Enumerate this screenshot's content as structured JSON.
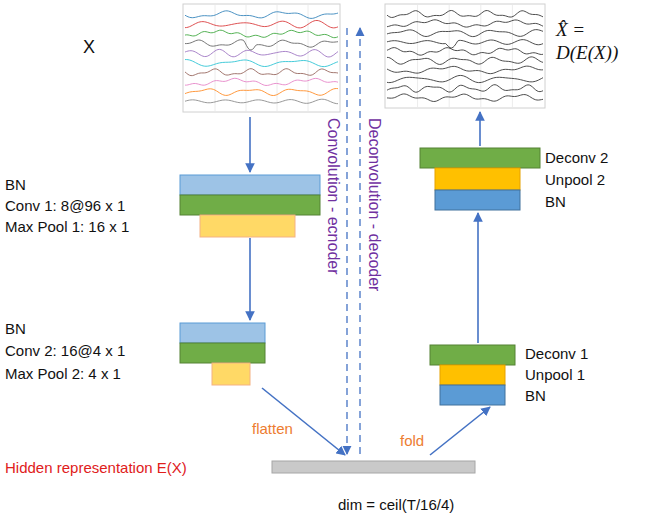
{
  "diagram": {
    "nodes": [
      {
        "text": [
          "X"
        ]
      },
      {
        "text": [
          "BN",
          "Conv 1: 8@96 x 1",
          "Max Pool 1: 16 x 1"
        ]
      },
      {
        "text": [
          "BN",
          "Conv 2: 16@4 x 1",
          "Max Pool 2: 4 x 1"
        ]
      },
      {
        "text": [
          "Hidden representation E(X)",
          "dim = ceil(T/16/4)"
        ]
      },
      {
        "text": [
          "Deconv 1",
          "Unpool 1",
          "BN"
        ]
      },
      {
        "text": [
          "Deconv 2",
          "Unpool 2",
          "BN"
        ]
      },
      {
        "text": [
          "X̂ = D(E(X))"
        ]
      }
    ],
    "edges": [
      {
        "from": 0,
        "to": 1,
        "arrow": "to"
      },
      {
        "from": 1,
        "to": 2,
        "arrow": "to"
      },
      {
        "from": 2,
        "to": 3,
        "label": "flatten",
        "arrow": "to"
      },
      {
        "from": 3,
        "to": 4,
        "label": "fold",
        "arrow": "to"
      },
      {
        "from": 4,
        "to": 5,
        "arrow": "to"
      },
      {
        "from": 5,
        "to": 6,
        "arrow": "to"
      }
    ],
    "labels": [
      "Convolution - ecnoder",
      "Deconvolution - decoder"
    ]
  }
}
